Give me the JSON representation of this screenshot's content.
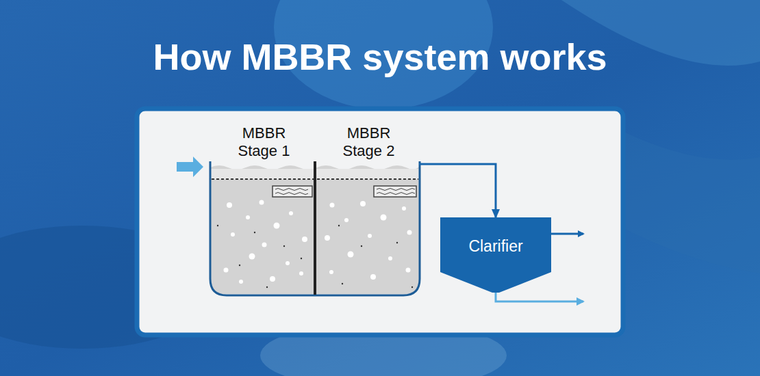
{
  "diagram": {
    "title": "How MBBR system works",
    "nodes": [
      {
        "text": [
          "MBBR Stage 1"
        ]
      },
      {
        "text": [
          "MBBR Stage 2"
        ]
      },
      {
        "text": [
          "Clarifier"
        ]
      }
    ],
    "edges": [
      {
        "from": 1,
        "to": 2,
        "arrow": "to"
      }
    ]
  }
}
